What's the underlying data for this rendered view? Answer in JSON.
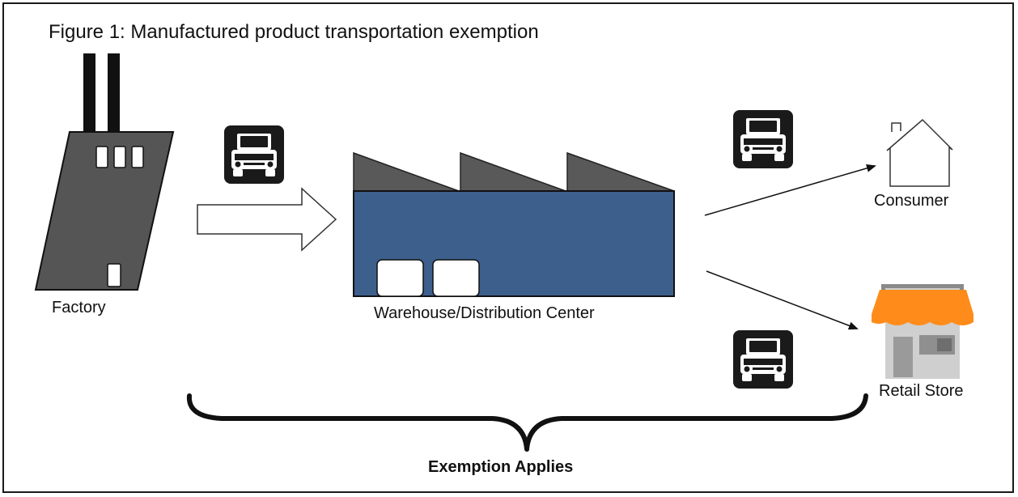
{
  "title": "Figure 1: Manufactured product transportation exemption",
  "nodes": {
    "factory": "Factory",
    "warehouse": "Warehouse/Distribution Center",
    "consumer": "Consumer",
    "retail_store": "Retail Store"
  },
  "brace_label": "Exemption Applies",
  "colors": {
    "factory_gray": "#555555",
    "warehouse_blue": "#3d5f8c",
    "roof_gray": "#595959",
    "awning_orange": "#ff8c1a",
    "store_gray": "#cfcfcf"
  },
  "icons": [
    "factory-icon",
    "truck-icon",
    "warehouse-icon",
    "house-icon",
    "store-icon",
    "arrow-icon"
  ]
}
